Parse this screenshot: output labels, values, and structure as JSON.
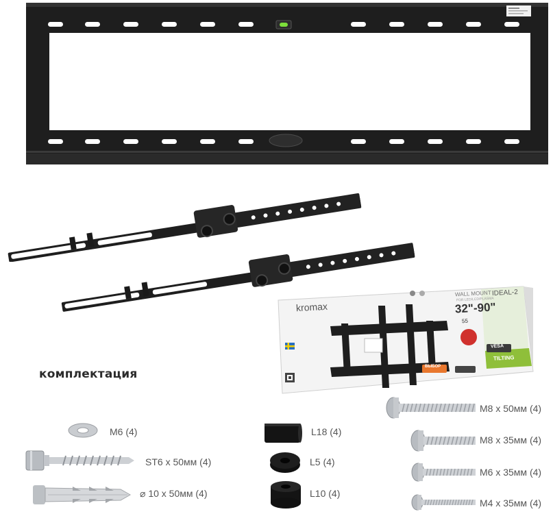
{
  "heading": "комплектация",
  "brand": "kromax",
  "product": {
    "type_line": "WALL MOUNT",
    "sub_line": "FOR LED/LCD/PLASMA",
    "model": "IDEAL-2",
    "size_range": "32\"-90\"",
    "weight": "55",
    "vesa": "VESA",
    "tilting": "TILTING",
    "badge": "ВЫБОР"
  },
  "hardware": {
    "washer": "M6 (4)",
    "lag_screw": "ST6 x 50мм (4)",
    "anchor": "⌀ 10 x 50мм (4)",
    "spacer_l18": "L18 (4)",
    "spacer_l5": "L5 (4)",
    "spacer_l10": "L10 (4)",
    "bolt_m8_50": "M8 x 50мм (4)",
    "bolt_m8_35": "M8 x 35мм (4)",
    "bolt_m6_35": "M6 x 35мм (4)",
    "bolt_m4_35": "M4 x 35мм (4)"
  },
  "colors": {
    "steel": "#1c1c1c",
    "box_red": "#d0312d",
    "box_green": "#8fbf3a",
    "zinc": "#c9ccd0"
  }
}
